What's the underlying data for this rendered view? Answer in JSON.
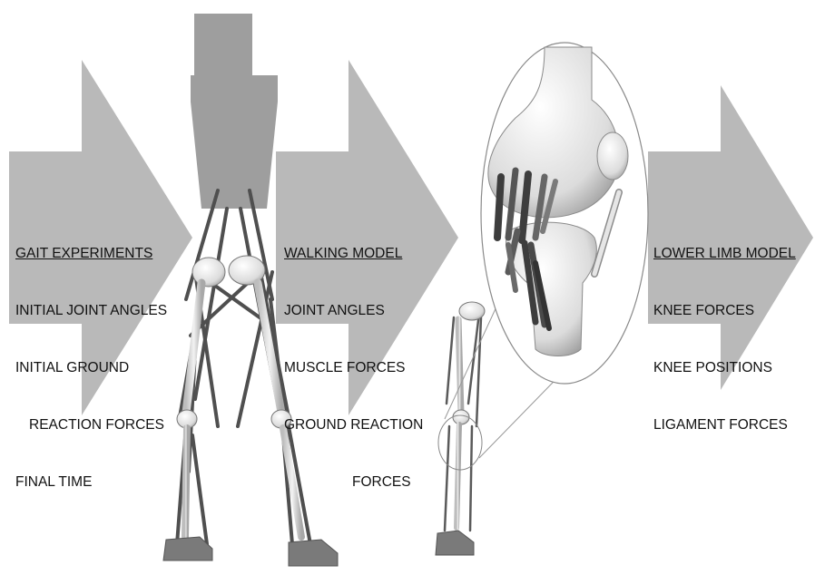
{
  "stages": [
    {
      "heading": "GAIT EXPERIMENTS",
      "lines": [
        "INITIAL JOINT ANGLES",
        "INITIAL GROUND",
        "REACTION FORCES",
        "FINAL TIME"
      ]
    },
    {
      "heading": "WALKING MODEL",
      "lines": [
        "JOINT ANGLES",
        "MUSCLE FORCES",
        "GROUND REACTION",
        "FORCES"
      ]
    },
    {
      "heading": "LOWER LIMB MODEL",
      "lines": [
        "KNEE FORCES",
        "KNEE POSITIONS",
        "LIGAMENT FORCES"
      ]
    }
  ],
  "colors": {
    "arrow_fill": "#b9b9b9",
    "torso": "#9e9e9e",
    "bone": "#e2e2e2",
    "bone_edge": "#6a6a6a",
    "muscle": "#555555",
    "foot": "#7a7a7a",
    "inset_muscle_dark": "#3d3d3d",
    "inset_muscle_mid": "#7a7a7a"
  },
  "icons": [
    "walking-model-figure-icon",
    "lower-limb-model-figure-icon",
    "knee-joint-inset-icon"
  ]
}
